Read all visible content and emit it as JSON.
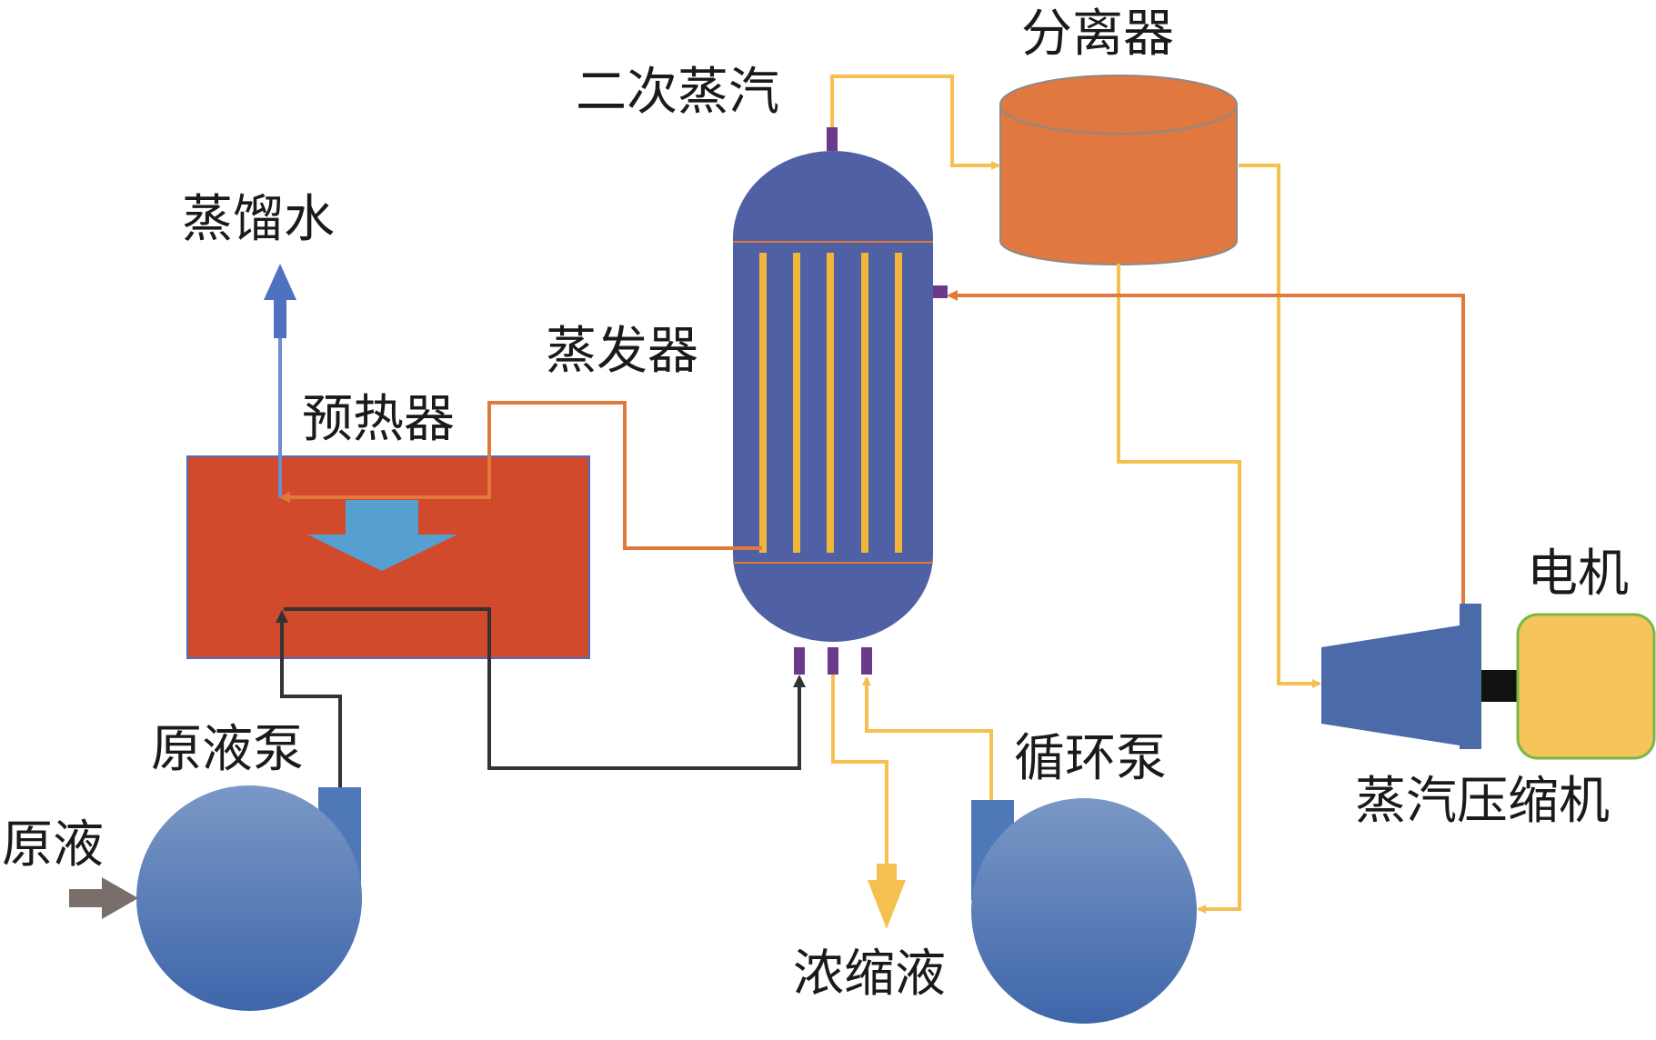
{
  "labels": {
    "secondary_steam": "二次蒸汽",
    "separator": "分离器",
    "distilled_water": "蒸馏水",
    "evaporator": "蒸发器",
    "preheater": "预热器",
    "feed_pump": "原液泵",
    "feed_liquid": "原液",
    "concentrate": "浓缩液",
    "circulation_pump": "循环泵",
    "motor": "电机",
    "vapor_compressor": "蒸汽压缩机"
  },
  "colors": {
    "evaporator_body": "#5060a4",
    "evaporator_tubes": "#f2b63c",
    "separator": "#e07840",
    "preheater": "#d24a2c",
    "preheater_arrow": "#55a0d0",
    "pump": "#4f78b8",
    "compressor": "#4a6aa8",
    "motor": "#f5c55c",
    "motor_border": "#7ab648",
    "line_hot_steam": "#e07a3a",
    "line_vapor": "#f5c050",
    "line_feed": "#333333",
    "line_distilled": "#6a8ecf",
    "nozzle": "#6b3a8a",
    "shaft": "#111111",
    "feed_arrow": "#7a6e6a"
  }
}
